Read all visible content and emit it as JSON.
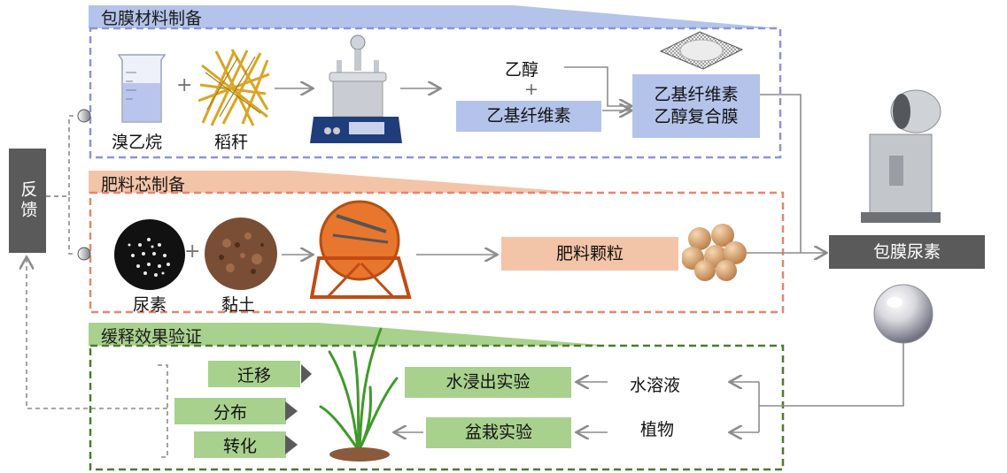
{
  "colors": {
    "blue_frame": "#8a95d8",
    "blue_box": "#b4c3ea",
    "orange_frame": "#e3876e",
    "orange_box": "#f4c4a8",
    "green_frame": "#4f7a2c",
    "green_box": "#a9d18e",
    "gray_line": "#8c8c8c",
    "dark_box": "#5a5a5a"
  },
  "feedback": {
    "label": "反馈"
  },
  "coating_section": {
    "title": "包膜材料制备",
    "items": {
      "bromoethane": "溴乙烷",
      "straw": "稻秆",
      "ethanol": "乙醇",
      "plus": "+",
      "ethyl_cellulose": "乙基纤维素",
      "composite_film": "乙基纤维素\n乙醇复合膜"
    },
    "icons": [
      "beaker-icon",
      "straw-icon",
      "reactor-icon",
      "mesh-film-icon"
    ]
  },
  "core_section": {
    "title": "肥料芯制备",
    "items": {
      "urea": "尿素",
      "clay": "黏土",
      "granules": "肥料颗粒"
    },
    "icons": [
      "urea-icon",
      "clay-icon",
      "granulator-icon",
      "granules-icon"
    ]
  },
  "coated_product": {
    "label": "包膜尿素",
    "icons": [
      "coating-machine-icon",
      "coated-sphere-icon"
    ]
  },
  "release_section": {
    "title": "缓释效果验证",
    "tags": [
      "迁移",
      "分布",
      "转化"
    ],
    "water_test": "水浸出实验",
    "pot_test": "盆栽实验",
    "water_solution": "水溶液",
    "plant": "植物",
    "icons": [
      "rice-plant-icon"
    ]
  }
}
